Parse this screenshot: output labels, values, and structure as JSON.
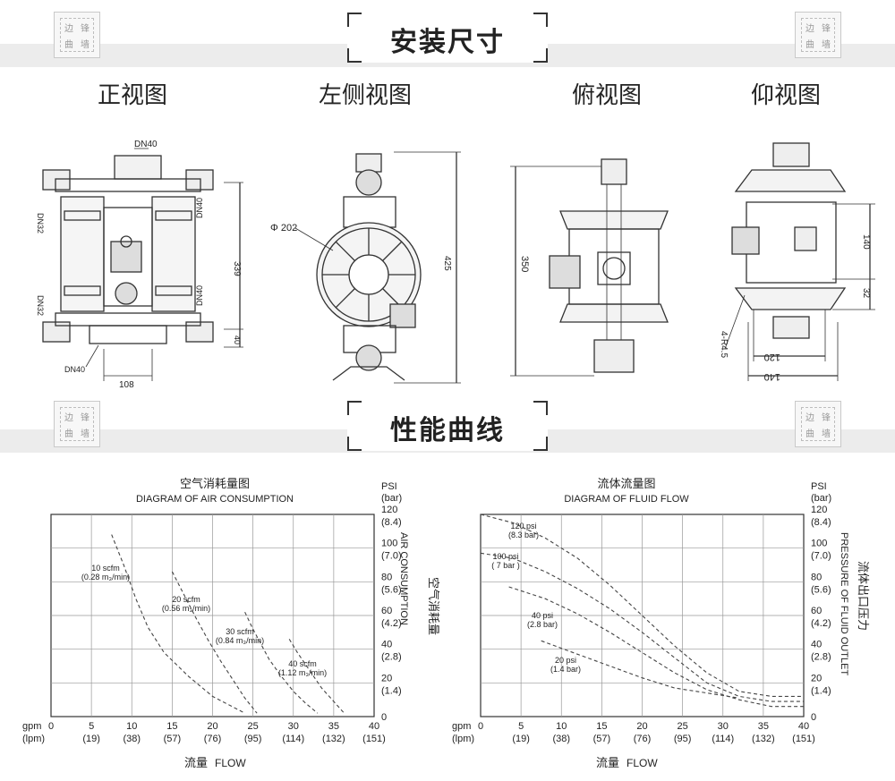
{
  "decor": {
    "chars": [
      "边",
      "锋",
      "曲",
      "墙"
    ]
  },
  "sections": {
    "install": "安装尺寸",
    "performance": "性能曲线"
  },
  "views": {
    "front": "正视图",
    "left": "左侧视图",
    "top": "俯视图",
    "bottom": "仰视图"
  },
  "dims": {
    "front": {
      "dn_top": "DN40",
      "dn_left_top": "DN32",
      "dn_left_bottom": "DN32",
      "dn_right_top": "DN40",
      "dn_right_bottom": "DN40",
      "dn_bottom": "DN40",
      "height": "339",
      "base": "40",
      "width": "108"
    },
    "left": {
      "diameter": "Φ 202",
      "height": "425"
    },
    "top": {
      "height": "350"
    },
    "bottom": {
      "h1": "140",
      "h2": "32",
      "w1": "120",
      "w2": "140",
      "holes": "4-R4.5"
    }
  },
  "chart_data": [
    {
      "type": "line",
      "title_cn": "空气消耗量图",
      "title": "DIAGRAM OF AIR CONSUMPTION",
      "xlabel_cn": "流量",
      "xlabel": "FLOW",
      "ylabel_top": "PSI",
      "ylabel_top_unit": "(bar)",
      "ylabel_side": "AIR CONSUMPTION",
      "ylabel_side_cn": "空气消耗量",
      "x_unit": "gpm",
      "x_unit2": "(lpm)",
      "xlim": [
        0,
        40
      ],
      "ylim": [
        0,
        120
      ],
      "x_ticks": [
        "0",
        "5",
        "10",
        "15",
        "20",
        "25",
        "30",
        "35",
        "40"
      ],
      "x_ticks2": [
        "",
        "(19)",
        "(38)",
        "(57)",
        "(76)",
        "(95)",
        "(114)",
        "(132)",
        "(151)"
      ],
      "y_ticks": [
        "0",
        "20",
        "40",
        "60",
        "80",
        "100",
        "120"
      ],
      "y_ticks2": [
        "",
        "(1.4)",
        "(2.8)",
        "(4.2)",
        "(5.6)",
        "(7.0)",
        "(8.4)"
      ],
      "series": [
        {
          "name": "10 scfm",
          "name2": "(0.28 m₃/min)",
          "x": [
            7.5,
            9,
            10.5,
            12,
            14,
            17,
            20,
            24
          ],
          "y": [
            108,
            90,
            70,
            53,
            38,
            24,
            12,
            2
          ]
        },
        {
          "name": "20 scfm",
          "name2": "(0.56 m₃/min)",
          "x": [
            15,
            16.5,
            18,
            19.5,
            21,
            22.5,
            24,
            25.5
          ],
          "y": [
            86,
            72,
            58,
            45,
            33,
            22,
            11,
            2
          ]
        },
        {
          "name": "30 scfm",
          "name2": "(0.84 m₃/min)",
          "x": [
            24,
            25,
            26,
            27,
            28.5,
            30,
            31.5,
            33
          ],
          "y": [
            62,
            52,
            43,
            34,
            24,
            15,
            8,
            2
          ]
        },
        {
          "name": "40 scfm",
          "name2": "(1.12 m₃/min)",
          "x": [
            29.5,
            30.5,
            31.5,
            32.5,
            33.5,
            35,
            36.3
          ],
          "y": [
            46,
            38,
            31,
            24,
            17,
            9,
            2
          ]
        }
      ]
    },
    {
      "type": "line",
      "title_cn": "流体流量图",
      "title": "DIAGRAM OF FLUID FLOW",
      "xlabel_cn": "流量",
      "xlabel": "FLOW",
      "ylabel_top": "PSI",
      "ylabel_top_unit": "(bar)",
      "ylabel_side": "PRESSURE OF FLUID OUTLET",
      "ylabel_side_cn": "流体出口压力",
      "x_unit": "gpm",
      "x_unit2": "(lpm)",
      "xlim": [
        0,
        40
      ],
      "ylim": [
        0,
        120
      ],
      "x_ticks": [
        "0",
        "5",
        "10",
        "15",
        "20",
        "25",
        "30",
        "35",
        "40"
      ],
      "x_ticks2": [
        "",
        "(19)",
        "(38)",
        "(57)",
        "(76)",
        "(95)",
        "(114)",
        "(132)",
        "(151)"
      ],
      "y_ticks": [
        "0",
        "20",
        "40",
        "60",
        "80",
        "100",
        "120"
      ],
      "y_ticks2": [
        "",
        "(1.4)",
        "(2.8)",
        "(4.2)",
        "(5.6)",
        "(7.0)",
        "(8.4)"
      ],
      "series": [
        {
          "name": "120 psi",
          "name2": "(8.3 bar)",
          "x": [
            0,
            4,
            8,
            12,
            16,
            20,
            24,
            28,
            32,
            36,
            40
          ],
          "y": [
            120,
            115,
            106,
            94,
            78,
            60,
            42,
            26,
            15,
            12,
            12
          ]
        },
        {
          "name": "100 psi",
          "name2": "( 7 bar )",
          "x": [
            0,
            4,
            8,
            12,
            16,
            20,
            24,
            28,
            32,
            36,
            40
          ],
          "y": [
            97,
            94,
            86,
            76,
            64,
            50,
            35,
            20,
            12,
            9,
            9
          ]
        },
        {
          "name": "40 psi",
          "name2": "(2.8 bar)",
          "x": [
            3.5,
            8,
            12,
            16,
            20,
            24,
            28,
            32,
            36,
            40
          ],
          "y": [
            77,
            70,
            61,
            50,
            38,
            26,
            16,
            10,
            6,
            6
          ]
        },
        {
          "name": "20 psi",
          "name2": "(1.4 bar)",
          "x": [
            7.5,
            12,
            16,
            20,
            24,
            28,
            32
          ],
          "y": [
            45,
            37,
            30,
            23,
            17,
            14,
            11
          ]
        }
      ]
    }
  ]
}
